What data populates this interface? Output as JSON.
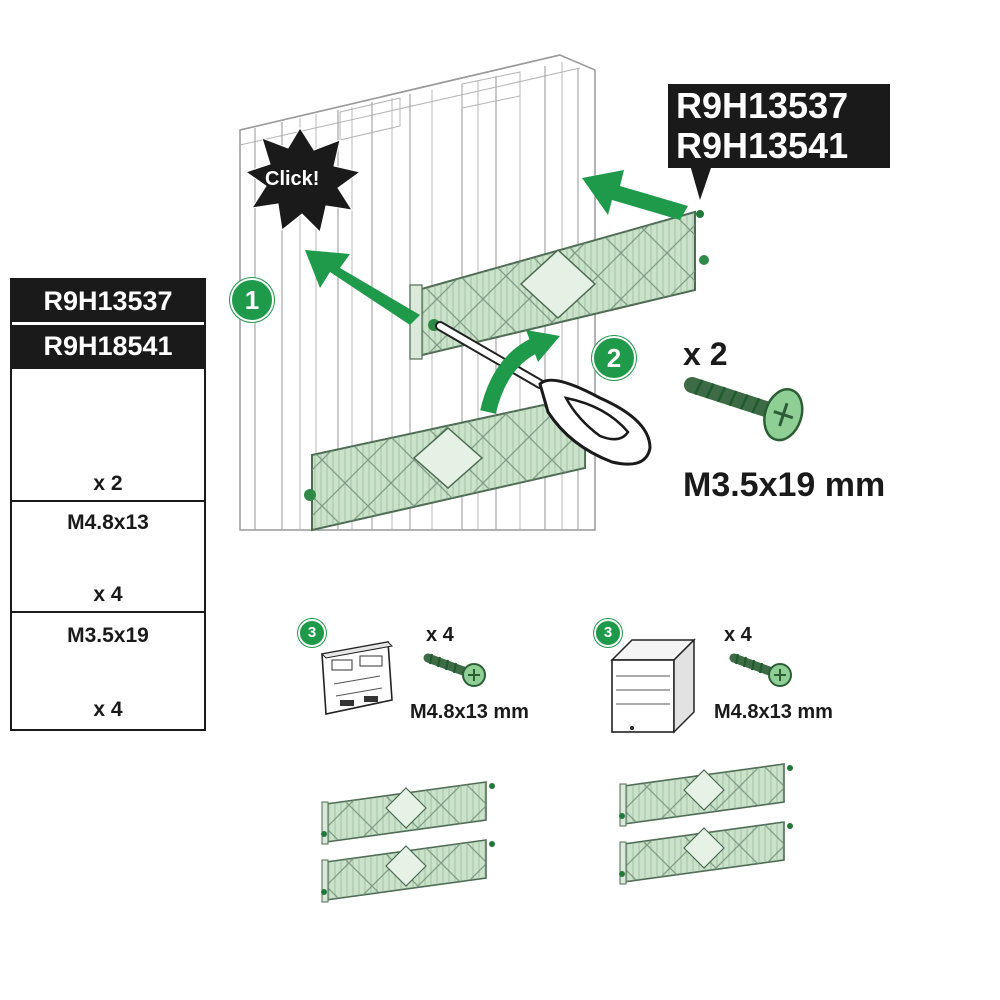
{
  "kit_table": {
    "refs": [
      "R9H13537",
      "R9H18541"
    ],
    "rows": [
      {
        "qty": "x 2"
      },
      {
        "size": "M4.8x13",
        "qty": "x 4"
      },
      {
        "size": "M3.5x19",
        "qty": "x 4"
      }
    ]
  },
  "main_callout": {
    "refs": [
      "R9H13537",
      "R9H13541"
    ]
  },
  "click_burst": "Click!",
  "steps": {
    "step1": "1",
    "step2": "2",
    "step3": "3"
  },
  "main_screw": {
    "qty": "x 2",
    "size": "M3.5x19 mm"
  },
  "left_group": {
    "screw_qty": "x 4",
    "screw_size": "M4.8x13 mm"
  },
  "right_group": {
    "screw_qty": "x 4",
    "screw_size": "M4.8x13 mm"
  },
  "colors": {
    "green": "#1f9a4a",
    "plate_fill": "#c9e2c9",
    "plate_line": "#4d6b52",
    "dark": "#1a1a1a",
    "rail_line": "#9a9a9a"
  }
}
